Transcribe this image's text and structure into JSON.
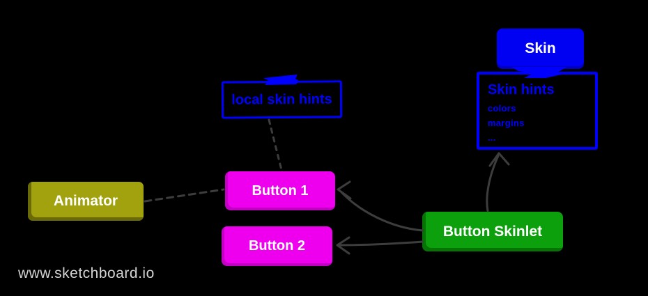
{
  "canvas": {
    "background": "#000000"
  },
  "watermark": {
    "text": "www.sketchboard.io",
    "color": "#d4d4d4"
  },
  "nodes": {
    "skin": {
      "label": "Skin",
      "fill": "#0000f2",
      "text_color": "#ffffff"
    },
    "skin_hints": {
      "title": "Skin hints",
      "items": [
        "colors",
        "margins",
        "..."
      ],
      "border_color": "#0000ff",
      "text_color": "#0000ff"
    },
    "local_skin_hints": {
      "label": "local skin hints",
      "border_color": "#0000ff",
      "text_color": "#0000ff"
    },
    "animator": {
      "label": "Animator",
      "fill": "#a2a20f",
      "text_color": "#ffffff"
    },
    "button1": {
      "label": "Button 1",
      "fill": "#ee00ee",
      "text_color": "#ffffff"
    },
    "button2": {
      "label": "Button 2",
      "fill": "#ee00ee",
      "text_color": "#ffffff"
    },
    "button_skinlet": {
      "label": "Button Skinlet",
      "fill": "#0ca00c",
      "text_color": "#ffffff"
    }
  },
  "connectors": {
    "color": "#3d3d3d",
    "scribble_color": "#0000ff",
    "edges": [
      {
        "from": "animator",
        "to": "button1",
        "style": "dashed",
        "arrow": false
      },
      {
        "from": "local_skin_hints",
        "to": "button1",
        "style": "dashed",
        "arrow": false
      },
      {
        "from": "button_skinlet",
        "to": "button1",
        "style": "solid",
        "arrow": true
      },
      {
        "from": "button_skinlet",
        "to": "button2",
        "style": "solid",
        "arrow": true
      },
      {
        "from": "button_skinlet",
        "to": "skin_hints",
        "style": "solid",
        "arrow": true
      },
      {
        "from": "skin",
        "to": "skin_hints",
        "style": "scribble-attachment",
        "arrow": false
      }
    ]
  }
}
